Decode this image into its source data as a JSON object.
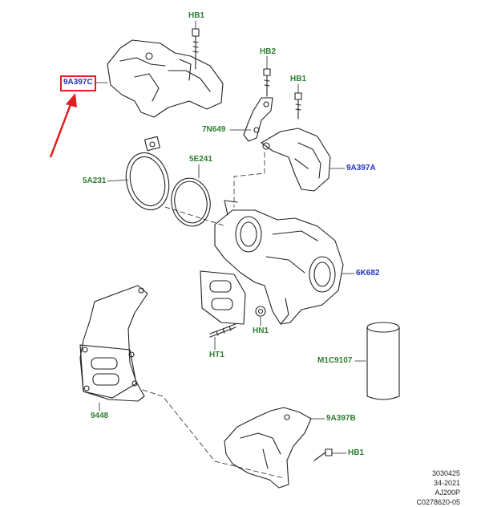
{
  "parts": {
    "hb1_top": "HB1",
    "hb2": "HB2",
    "hb1_mid": "HB1",
    "heat_shield_top": "9A397C",
    "bracket": "7N649",
    "heat_shield_right": "9A397A",
    "clamp": "5A231",
    "gasket_ring": "5E241",
    "turbocharger": "6K682",
    "nut": "HN1",
    "stud": "HT1",
    "filter": "M1C9107",
    "gasket_plate": "9448",
    "heat_shield_bottom": "9A397B",
    "hb1_bottom": "HB1"
  },
  "reference": {
    "line1": "3030425",
    "line2": "34-2021",
    "line3": "AJ200P",
    "line4": "C0278620-05"
  },
  "colors": {
    "green_label": "#2e7d32",
    "blue_label": "#2233bb",
    "highlight": "#e02020",
    "line_art": "#222222"
  }
}
